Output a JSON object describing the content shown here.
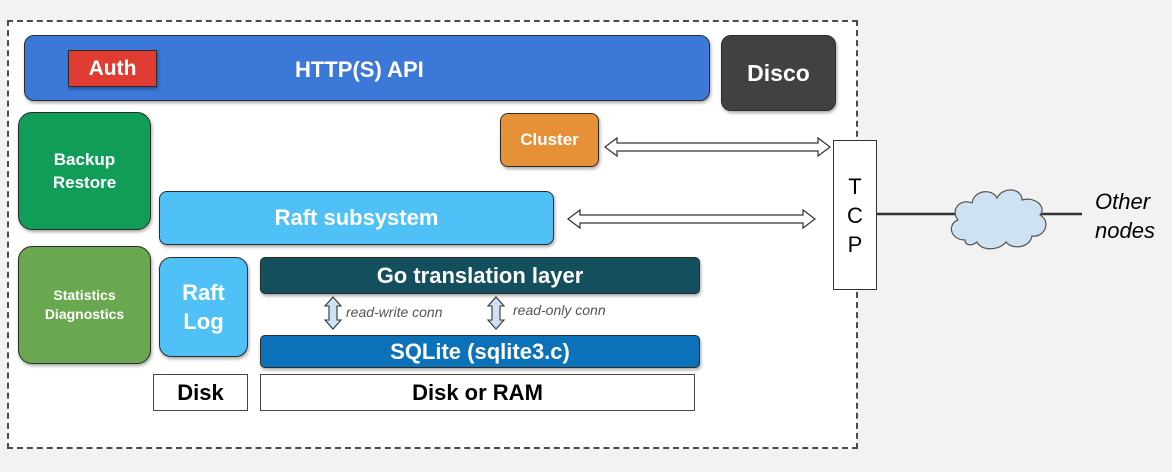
{
  "components": {
    "api": "HTTP(S) API",
    "auth": "Auth",
    "disco": "Disco",
    "backup": [
      "Backup",
      "Restore"
    ],
    "stats": [
      "Statistics",
      "Diagnostics"
    ],
    "cluster": "Cluster",
    "raft": "Raft subsystem",
    "raft_log": [
      "Raft",
      "Log"
    ],
    "go_layer": "Go translation layer",
    "sqlite": "SQLite (sqlite3.c)",
    "disk": "Disk",
    "disk_ram": "Disk or RAM",
    "tcp": [
      "T",
      "C",
      "P"
    ]
  },
  "connections": {
    "read_write": "read-write conn",
    "read_only": "read-only conn"
  },
  "external": {
    "other_nodes": [
      "Other",
      "nodes"
    ]
  },
  "icons": {
    "network": "cloud-icon"
  },
  "colors": {
    "api": "#3b78d8",
    "auth": "#e03c31",
    "disco": "#414141",
    "backup": "#0f9d58",
    "stats": "#6aa84f",
    "cluster": "#e69138",
    "raft": "#4fc1f7",
    "go_layer": "#134f5c",
    "sqlite": "#0b72b9",
    "cloud": "#cfe2f3"
  }
}
